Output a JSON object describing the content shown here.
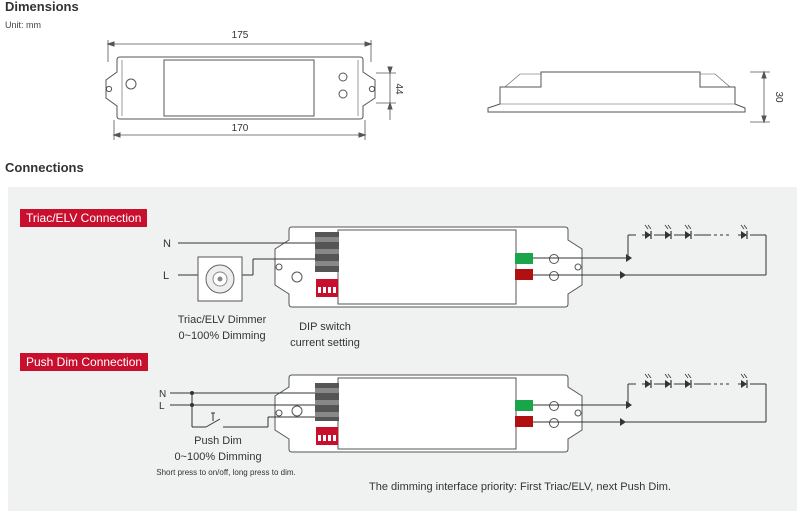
{
  "dimensions": {
    "title": "Dimensions",
    "unit": "Unit: mm",
    "length_total": "175",
    "length_mount": "170",
    "width": "44",
    "height": "30"
  },
  "connections": {
    "title": "Connections",
    "triac": {
      "label": "Triac/ELV Connection",
      "n": "N",
      "l": "L",
      "dimmer_title": "Triac/ELV Dimmer",
      "dimmer_range": "0~100% Dimming",
      "dip_title": "DIP switch",
      "dip_sub": "current setting"
    },
    "push": {
      "label": "Push Dim Connection",
      "n": "N",
      "l": "L",
      "title": "Push Dim",
      "range": "0~100% Dimming",
      "note": "Short press to on/off, long press to dim."
    },
    "priority_note": "The dimming interface priority: First Triac/ELV, next Push Dim."
  },
  "colors": {
    "accent_red": "#c8102e",
    "panel_bg": "#f0f2f2",
    "terminal_green": "#1aa54a",
    "terminal_red": "#b01010"
  }
}
